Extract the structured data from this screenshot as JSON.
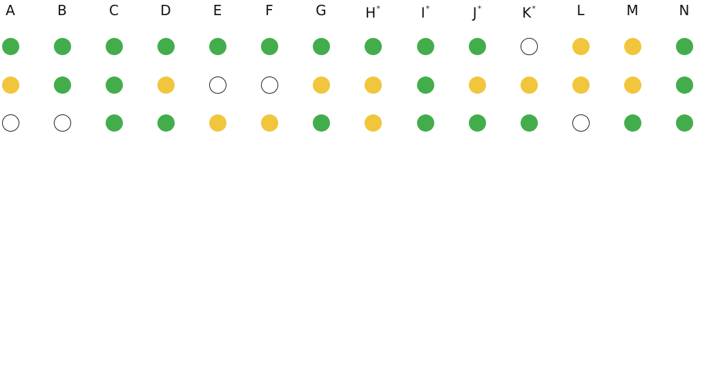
{
  "colors": {
    "green": "#43ad4c",
    "yellow": "#f1c53c",
    "empty": "#ffffff",
    "outline": "#1a1a1a"
  },
  "columns": [
    {
      "label": "A",
      "marker": ""
    },
    {
      "label": "B",
      "marker": ""
    },
    {
      "label": "C",
      "marker": ""
    },
    {
      "label": "D",
      "marker": ""
    },
    {
      "label": "E",
      "marker": ""
    },
    {
      "label": "F",
      "marker": ""
    },
    {
      "label": "G",
      "marker": ""
    },
    {
      "label": "H",
      "marker": "*"
    },
    {
      "label": "I",
      "marker": "*"
    },
    {
      "label": "J",
      "marker": "*"
    },
    {
      "label": "K",
      "marker": "*"
    },
    {
      "label": "L",
      "marker": ""
    },
    {
      "label": "M",
      "marker": ""
    },
    {
      "label": "N",
      "marker": ""
    }
  ],
  "rows": [
    [
      "green",
      "green",
      "green",
      "green",
      "green",
      "green",
      "green",
      "green",
      "green",
      "green",
      "empty",
      "yellow",
      "yellow",
      "green"
    ],
    [
      "yellow",
      "green",
      "green",
      "yellow",
      "empty",
      "empty",
      "yellow",
      "yellow",
      "green",
      "yellow",
      "yellow",
      "yellow",
      "yellow",
      "green"
    ],
    [
      "empty",
      "empty",
      "green",
      "green",
      "yellow",
      "yellow",
      "green",
      "yellow",
      "green",
      "green",
      "green",
      "empty",
      "green",
      "green"
    ]
  ]
}
